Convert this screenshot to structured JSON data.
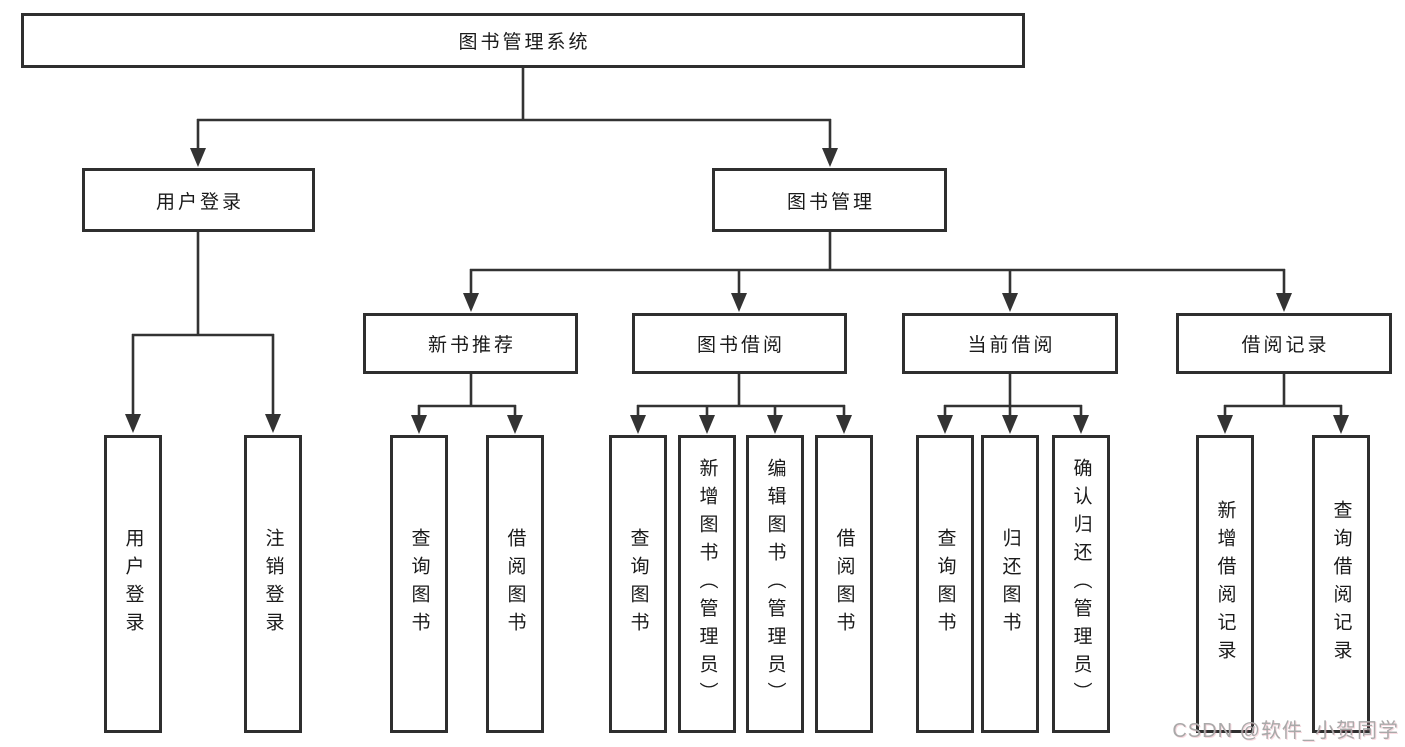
{
  "diagram": {
    "root": {
      "label": "图书管理系统"
    },
    "level2": [
      {
        "label": "用户登录",
        "children": [
          "用户登录",
          "注销登录"
        ]
      },
      {
        "label": "图书管理",
        "sections": [
          {
            "label": "新书推荐",
            "children": [
              "查询图书",
              "借阅图书"
            ]
          },
          {
            "label": "图书借阅",
            "children": [
              "查询图书",
              "新增图书（管理员）",
              "编辑图书（管理员）",
              "借阅图书"
            ]
          },
          {
            "label": "当前借阅",
            "children": [
              "查询图书",
              "归还图书",
              "确认归还（管理员）"
            ]
          },
          {
            "label": "借阅记录",
            "children": [
              "新增借阅记录",
              "查询借阅记录"
            ]
          }
        ]
      }
    ]
  },
  "watermark": {
    "text": "CSDN @软件_小贺同学"
  },
  "colors": {
    "line": "#333333",
    "box_border": "#2f2f2f",
    "box_fill": "#ffffff",
    "text": "#1a1a1a",
    "background": "#ffffff",
    "watermark": "#a9a9a9"
  }
}
